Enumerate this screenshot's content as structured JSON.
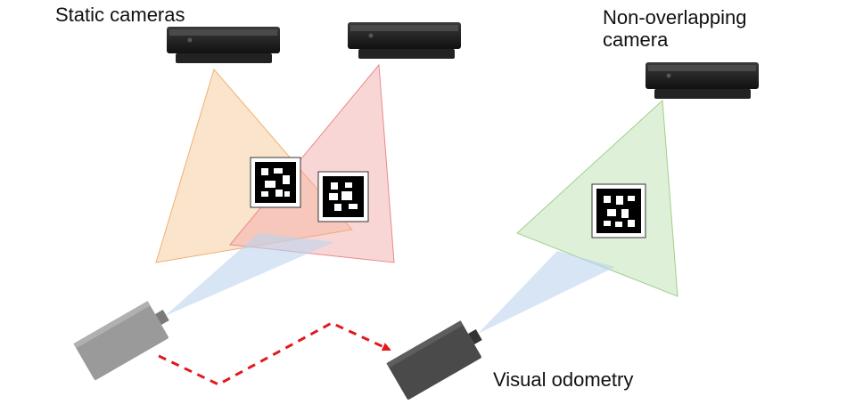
{
  "labels": {
    "static_cameras": "Static cameras",
    "non_overlapping_line1": "Non-overlapping",
    "non_overlapping_line2": "camera",
    "visual_odometry": "Visual odometry"
  },
  "colors": {
    "fov_orange": "#f6c99a",
    "fov_red": "#f2a3a3",
    "fov_green": "#c4e3b8",
    "fov_blue": "#bcd3ee",
    "trajectory": "#e0191d",
    "camera_past": "#9a9a9a",
    "camera_current": "#4a4a4a",
    "sensor_body": "#1e1e1e"
  },
  "icons": {
    "static_sensor": "depth-camera-icon",
    "moving_camera": "camera-icon",
    "marker": "fiducial-marker-icon"
  }
}
